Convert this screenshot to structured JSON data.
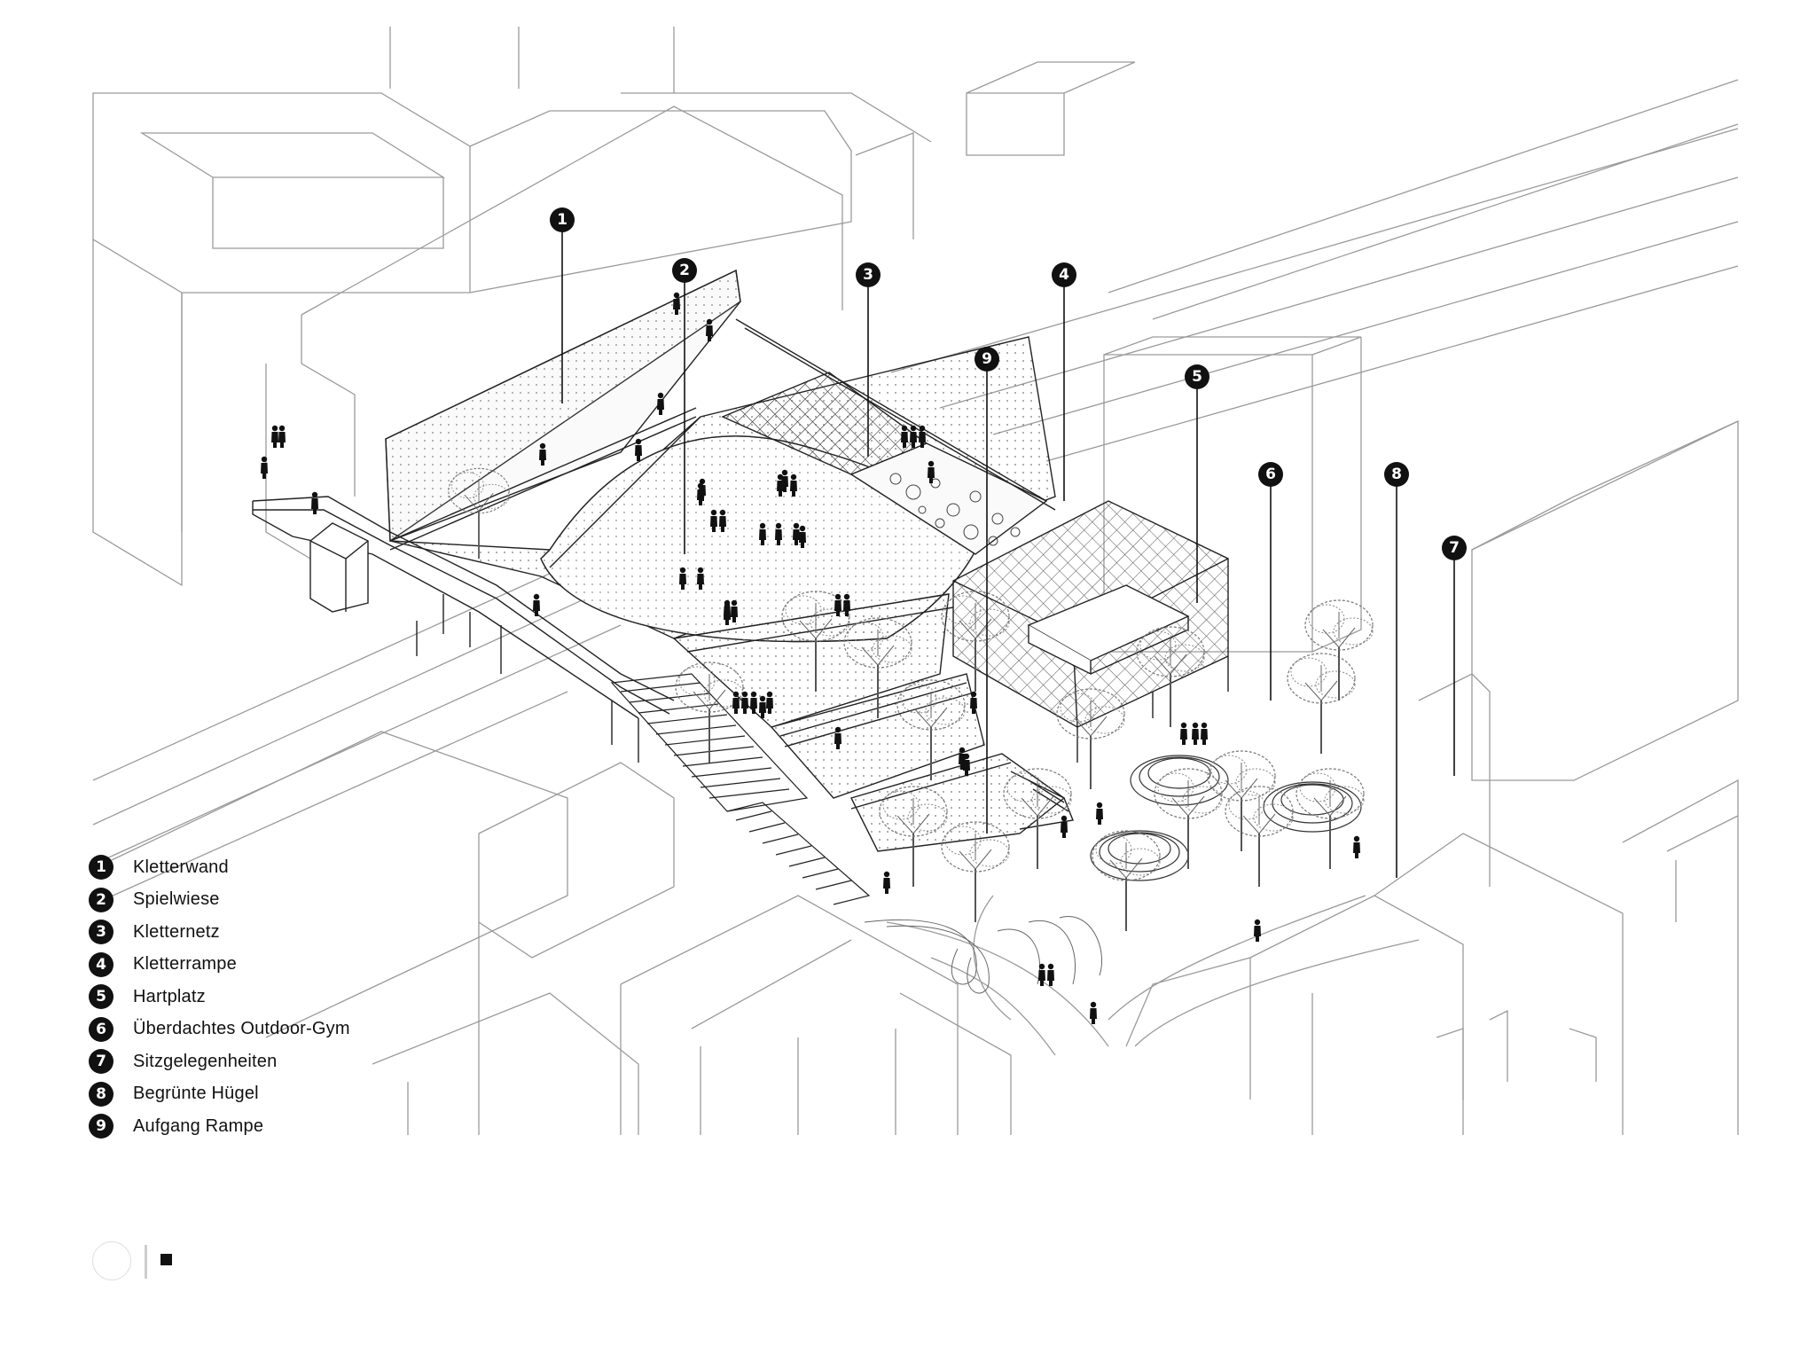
{
  "legend": [
    {
      "number": "1",
      "label": "Kletterwand"
    },
    {
      "number": "2",
      "label": "Spielwiese"
    },
    {
      "number": "3",
      "label": "Kletternetz"
    },
    {
      "number": "4",
      "label": "Kletterrampe"
    },
    {
      "number": "5",
      "label": "Hartplatz"
    },
    {
      "number": "6",
      "label": "Überdachtes Outdoor-Gym"
    },
    {
      "number": "7",
      "label": "Sitzgelegenheiten"
    },
    {
      "number": "8",
      "label": "Begrünte Hügel"
    },
    {
      "number": "9",
      "label": "Aufgang Rampe"
    }
  ],
  "callouts": [
    "1",
    "2",
    "3",
    "4",
    "5",
    "6",
    "7",
    "8",
    "9"
  ],
  "colors": {
    "line": "#9a9a9a",
    "ink": "#111111",
    "tree": "#6f6f6f",
    "net": "#555555"
  }
}
